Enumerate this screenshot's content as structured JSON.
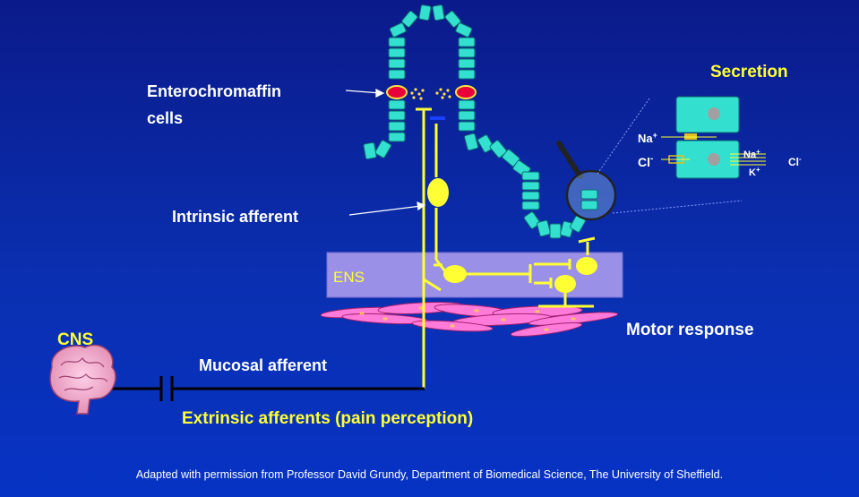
{
  "labels": {
    "enterochromaffin_line1": "Enterochromaffin",
    "enterochromaffin_line2": "cells",
    "intrinsic_afferent": "Intrinsic afferent",
    "ens": "ENS",
    "cns": "CNS",
    "mucosal_afferent": "Mucosal afferent",
    "extrinsic_afferents": "Extrinsic afferents (pain perception)",
    "motor_response": "Motor response",
    "secretion": "Secretion",
    "na_left": "Na",
    "cl_left": "Cl",
    "na_right": "Na",
    "cl_right": "Cl",
    "k_right": "K",
    "plus": "+",
    "minus": "-"
  },
  "footer": {
    "credit": "Adapted with permission from Professor David Grundy, Department of Biomedical Science, The University of Sheffield."
  },
  "colors": {
    "background_top": "#0b1a8a",
    "background_bottom": "#0733c4",
    "neuron": "#ffff33",
    "epithelium": "#33e0d0",
    "ens_box": "#9a90e8",
    "muscle": "#ff7ad9",
    "ec_cell": "#e8003a"
  }
}
